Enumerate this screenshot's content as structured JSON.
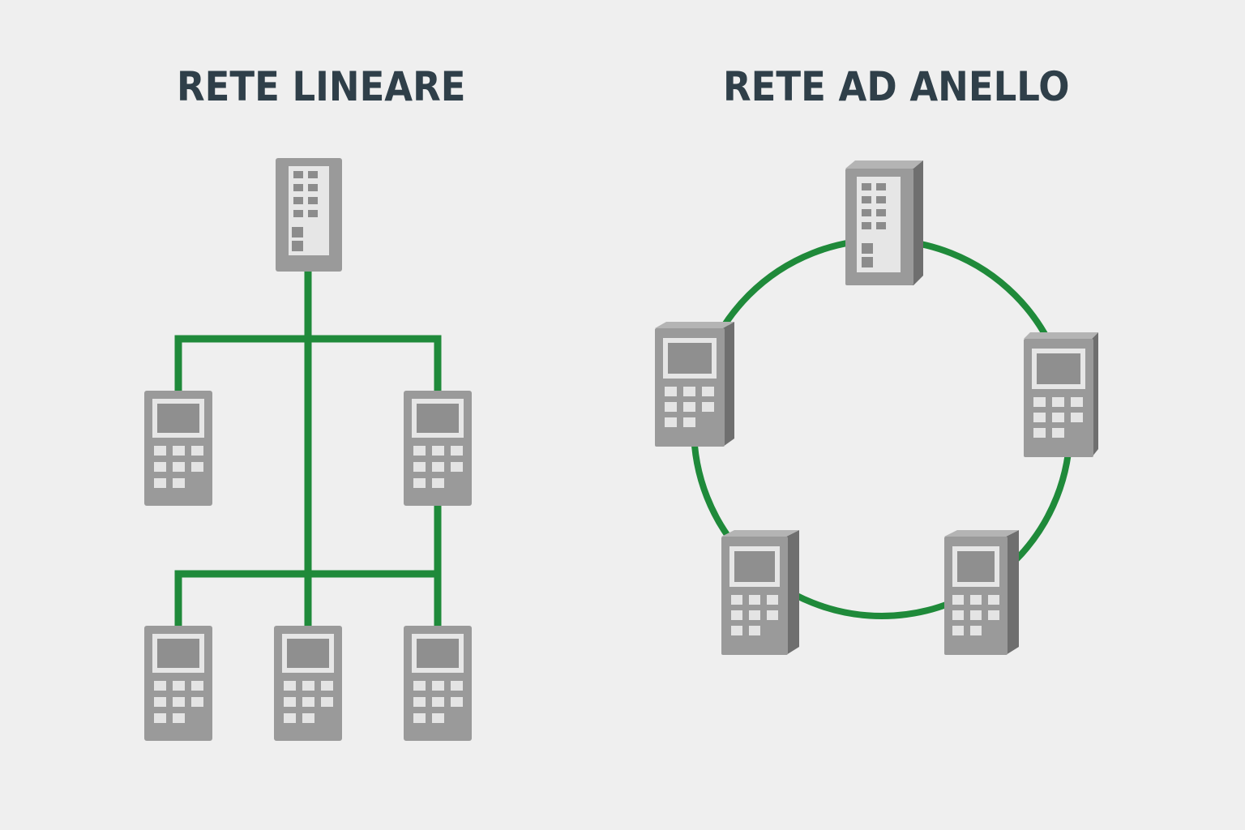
{
  "linear_network": {
    "title": "RETE LINEARE",
    "nodes": [
      "switch",
      "device",
      "device",
      "device",
      "device",
      "device"
    ]
  },
  "ring_network": {
    "title": "RETE AD ANELLO",
    "nodes": [
      "switch",
      "device",
      "device",
      "device",
      "device"
    ]
  },
  "colors": {
    "background": "#efefef",
    "title": "#2f3f49",
    "link": "#1f8a3a",
    "device": "#9a9a9a",
    "device_dark": "#6f6f6f",
    "screen": "#8f8f8f",
    "key": "#e4e4e4"
  },
  "icons": {
    "switch": "network-switch-icon",
    "device": "terminal-device-icon"
  }
}
